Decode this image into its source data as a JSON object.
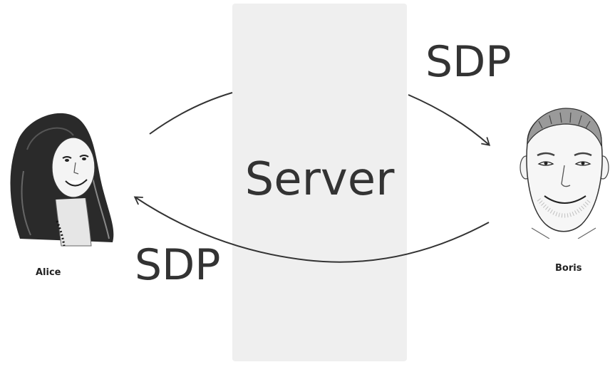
{
  "server": {
    "label": "Server"
  },
  "messages": {
    "top": "SDP",
    "bottom": "SDP"
  },
  "people": {
    "alice": {
      "name": "Alice"
    },
    "boris": {
      "name": "Boris"
    }
  }
}
